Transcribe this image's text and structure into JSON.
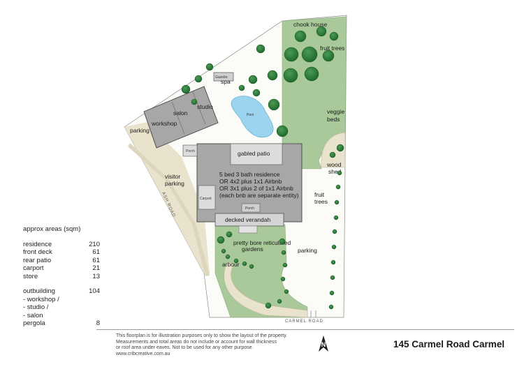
{
  "plan": {
    "labels": {
      "chook_house": "chook house",
      "fruit_trees_top": "fruit trees",
      "gazebo": "Gazebo",
      "spa": "spa",
      "studio": "studio",
      "salon": "salon",
      "workshop": "workshop",
      "pool": "Pool",
      "veggie_beds_1": "veggie",
      "veggie_beds_2": "beds",
      "parking_left": "parking",
      "porch_top": "Porch",
      "gabled_patio": "gabled patio",
      "wood_shed_1": "wood",
      "wood_shed_2": "shed",
      "residence_line1": "5 bed 3 bath residence",
      "residence_line2": "OR    4x2 plus 1x1 Airbnb",
      "residence_line3": "OR    3x1 plus 2 of 1x1 Airbnb",
      "residence_line4": "(each bnb are separate entity)",
      "visitor_parking_1": "visitor",
      "visitor_parking_2": "parking",
      "carport": "Carport",
      "fruit_trees_right_1": "fruit",
      "fruit_trees_right_2": "trees",
      "ash_road": "ASH ROAD",
      "porch_bottom": "Porch",
      "decked_verandah": "decked verandah",
      "gardens_1": "pretty bore reticulated",
      "gardens_2": "gardens",
      "parking_right": "parking",
      "arbour": "arbour",
      "carmel_road": "CARMEL ROAD"
    }
  },
  "areas": {
    "title": "approx areas (sqm)",
    "rows": [
      {
        "name": "residence",
        "value": "210"
      },
      {
        "name": "front deck",
        "value": "61"
      },
      {
        "name": "rear patio",
        "value": "61"
      },
      {
        "name": "carport",
        "value": "21"
      },
      {
        "name": "store",
        "value": "13"
      }
    ],
    "outbuilding": {
      "name": "outbuilding",
      "value": "104"
    },
    "outbuilding_parts": [
      "- workshop /",
      "- studio /",
      "- salon"
    ],
    "pergola": {
      "name": "pergola",
      "value": "8"
    }
  },
  "footer": {
    "disclaimer_1": "This floorplan is for illustration purposes only to show the layout of the property.",
    "disclaimer_2": "Measurements and total areas do not include or account for wall thickness",
    "disclaimer_3": "or roof area under eaves. Not to be used for any other purpose.",
    "website": "www.cribcreative.com.au",
    "north": "N",
    "address": "145 Carmel Road Carmel"
  },
  "colors": {
    "lawn": "#a9c99a",
    "tree": "#2f7d3c",
    "building": "#a7a7a7",
    "patio": "#dcdcdc",
    "driveway": "#e9e2cd",
    "pool": "#9cd3ee"
  }
}
